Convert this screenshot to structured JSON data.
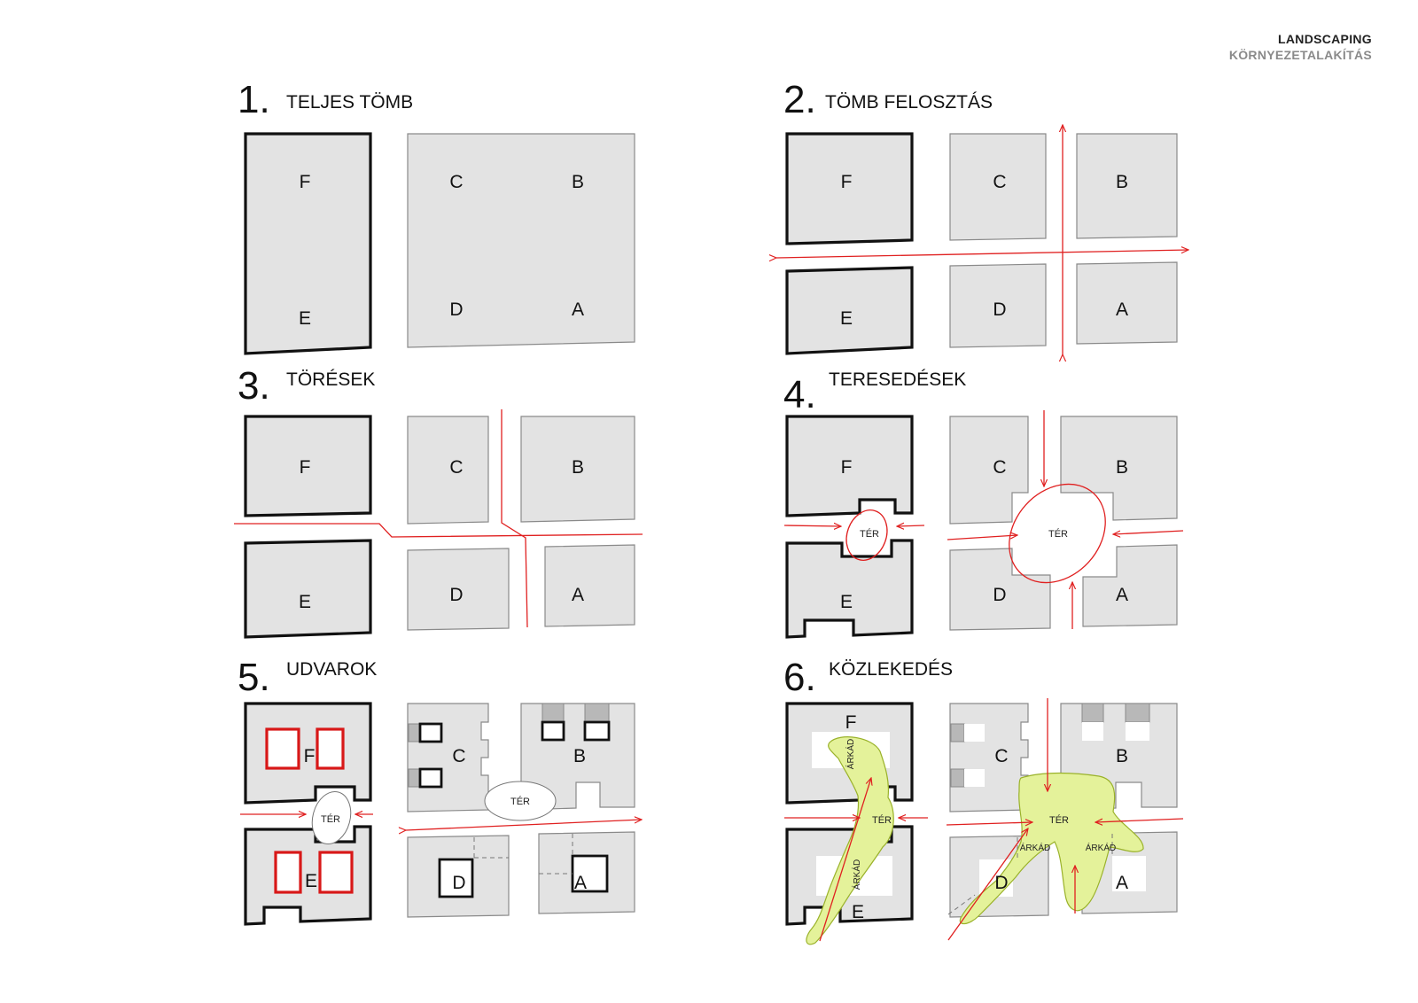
{
  "header": {
    "title": "LANDSCAPING",
    "subtitle": "KÖRNYEZETALAKÍTÁS"
  },
  "panels": [
    {
      "number": "1.",
      "title": "TELJES TÖMB"
    },
    {
      "number": "2.",
      "title": "TÖMB FELOSZTÁS"
    },
    {
      "number": "3.",
      "title": "TÖRÉSEK"
    },
    {
      "number": "4.",
      "title": "TERESEDÉSEK"
    },
    {
      "number": "5.",
      "title": "UDVAROK"
    },
    {
      "number": "6.",
      "title": "KÖZLEKEDÉS"
    }
  ],
  "blocks": {
    "a": "A",
    "b": "B",
    "c": "C",
    "d": "D",
    "e": "E",
    "f": "F"
  },
  "labels": {
    "square": "TÉR",
    "arcade": "ÁRKÁD"
  },
  "colors": {
    "street": "#e02020",
    "courtyard": "#d81818",
    "public_space": "#e4f29a",
    "block_fill": "#e3e3e3"
  }
}
